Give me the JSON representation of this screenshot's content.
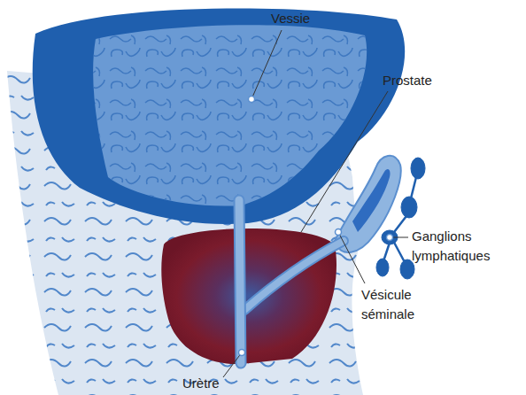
{
  "diagram": {
    "labels": [
      "Vessie",
      "Prostate",
      "Ganglions lymphatiques",
      "Vésicule séminale",
      "Urètre"
    ]
  }
}
